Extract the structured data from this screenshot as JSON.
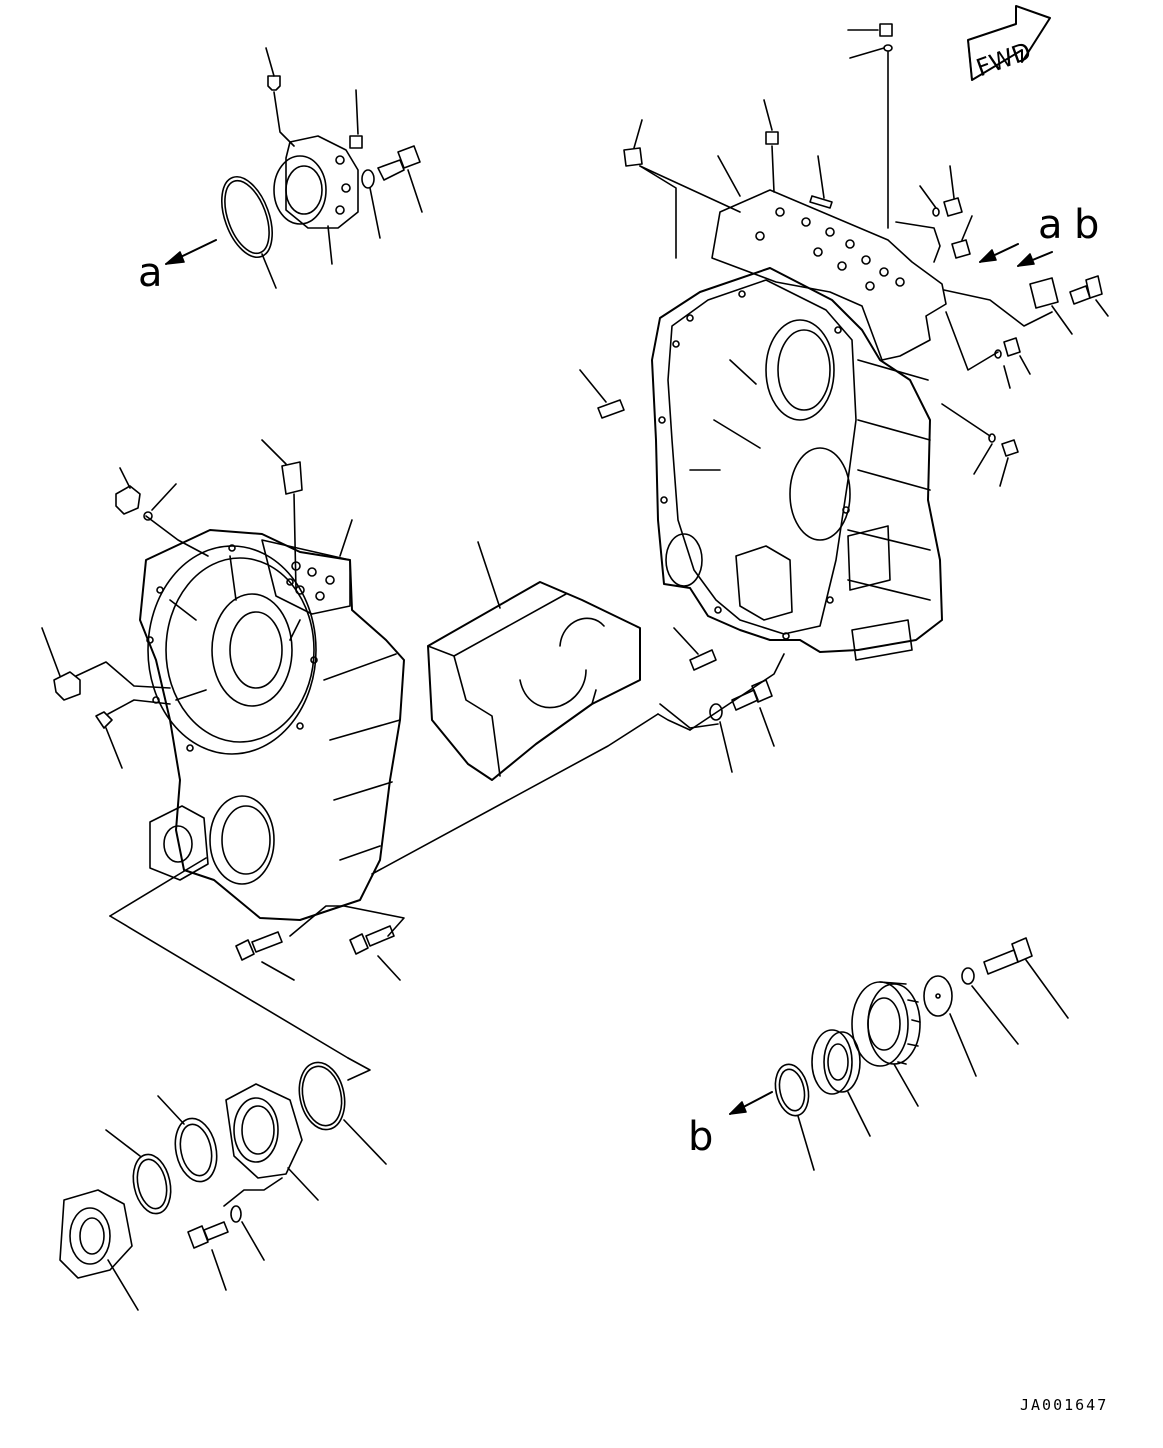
{
  "labels": {
    "a_left": "a",
    "a_right": "a",
    "b_right": "b",
    "b_bottom": "b"
  },
  "fwd_text": "FWD",
  "drawing_code": "JA001647",
  "colors": {
    "ink": "#000000",
    "paper": "#ffffff"
  }
}
